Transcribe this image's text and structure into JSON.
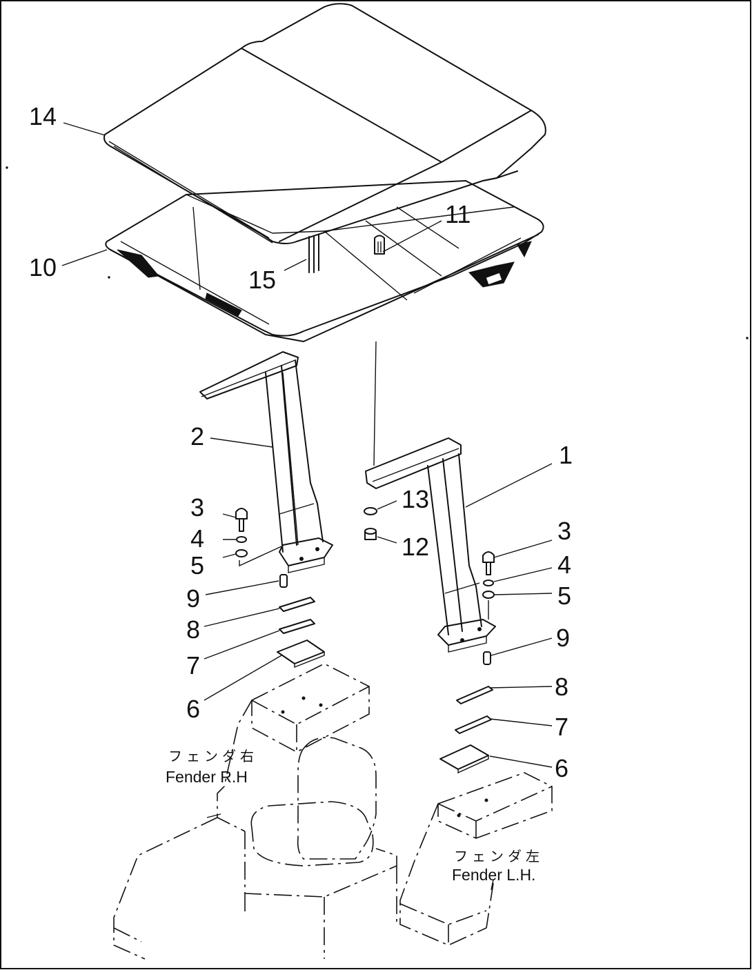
{
  "callouts": {
    "c14": "14",
    "c10": "10",
    "c11": "11",
    "c15": "15",
    "c2": "2",
    "c1": "1",
    "c3_left": "3",
    "c4_left": "4",
    "c5_left": "5",
    "c9_left": "9",
    "c8_left": "8",
    "c7_left": "7",
    "c6_left": "6",
    "c13": "13",
    "c12": "12",
    "c3_right": "3",
    "c4_right": "4",
    "c5_right": "5",
    "c9_right": "9",
    "c8_right": "8",
    "c7_right": "7",
    "c6_right": "6"
  },
  "labels": {
    "fender_rh_jp": "フェンダ右",
    "fender_rh_en": "Fender R.H",
    "fender_lh_jp": "フェンダ左",
    "fender_lh_en": "Fender L.H."
  }
}
